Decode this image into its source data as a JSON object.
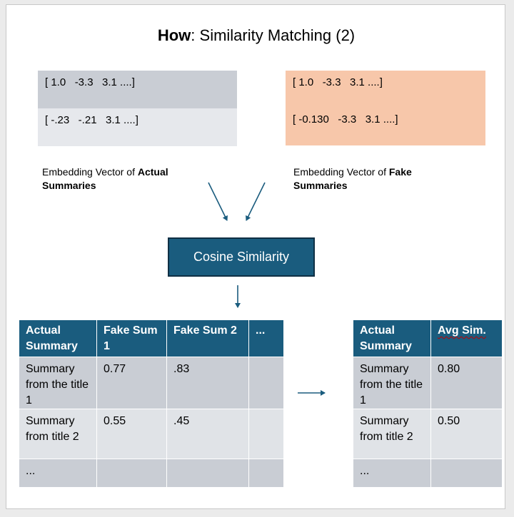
{
  "title": {
    "bold": "How",
    "rest": ": Similarity Matching (2)"
  },
  "actual_vectors": [
    "[ 1.0   -3.3   3.1 ....]",
    "[ -.23   -.21   3.1 ....]"
  ],
  "fake_vectors": [
    "[ 1.0   -3.3   3.1 ....]",
    "[ -0.130   -3.3   3.1 ....]"
  ],
  "actual_caption": {
    "prefix": "Embedding Vector of ",
    "bold1": "Actual",
    "bold2": "Summaries"
  },
  "fake_caption": {
    "prefix": "Embedding Vector of ",
    "bold1": "Fake",
    "bold2": "Summaries"
  },
  "cosine_label": "Cosine Similarity",
  "left_table": {
    "headers": [
      "Actual Summary",
      "Fake Sum 1",
      "Fake Sum 2",
      "..."
    ],
    "rows": [
      [
        "Summary from the title 1",
        "0.77",
        ".83",
        ""
      ],
      [
        "Summary from title 2",
        "0.55",
        ".45",
        ""
      ],
      [
        "...",
        "",
        "",
        ""
      ]
    ]
  },
  "right_table": {
    "headers": [
      "Actual Summary",
      "Avg Sim."
    ],
    "rows": [
      [
        "Summary from the title 1",
        "0.80"
      ],
      [
        "Summary from title 2",
        "0.50"
      ],
      [
        "...",
        ""
      ]
    ]
  },
  "colors": {
    "accent": "#1a5c7e",
    "actual_box_top": "#c9cdd4",
    "actual_box_bottom": "#e6e8ec",
    "fake_box": "#f7c7aa"
  },
  "icons": [
    "arrow-down-right-icon",
    "arrow-down-left-icon",
    "arrow-down-icon",
    "arrow-right-icon"
  ]
}
